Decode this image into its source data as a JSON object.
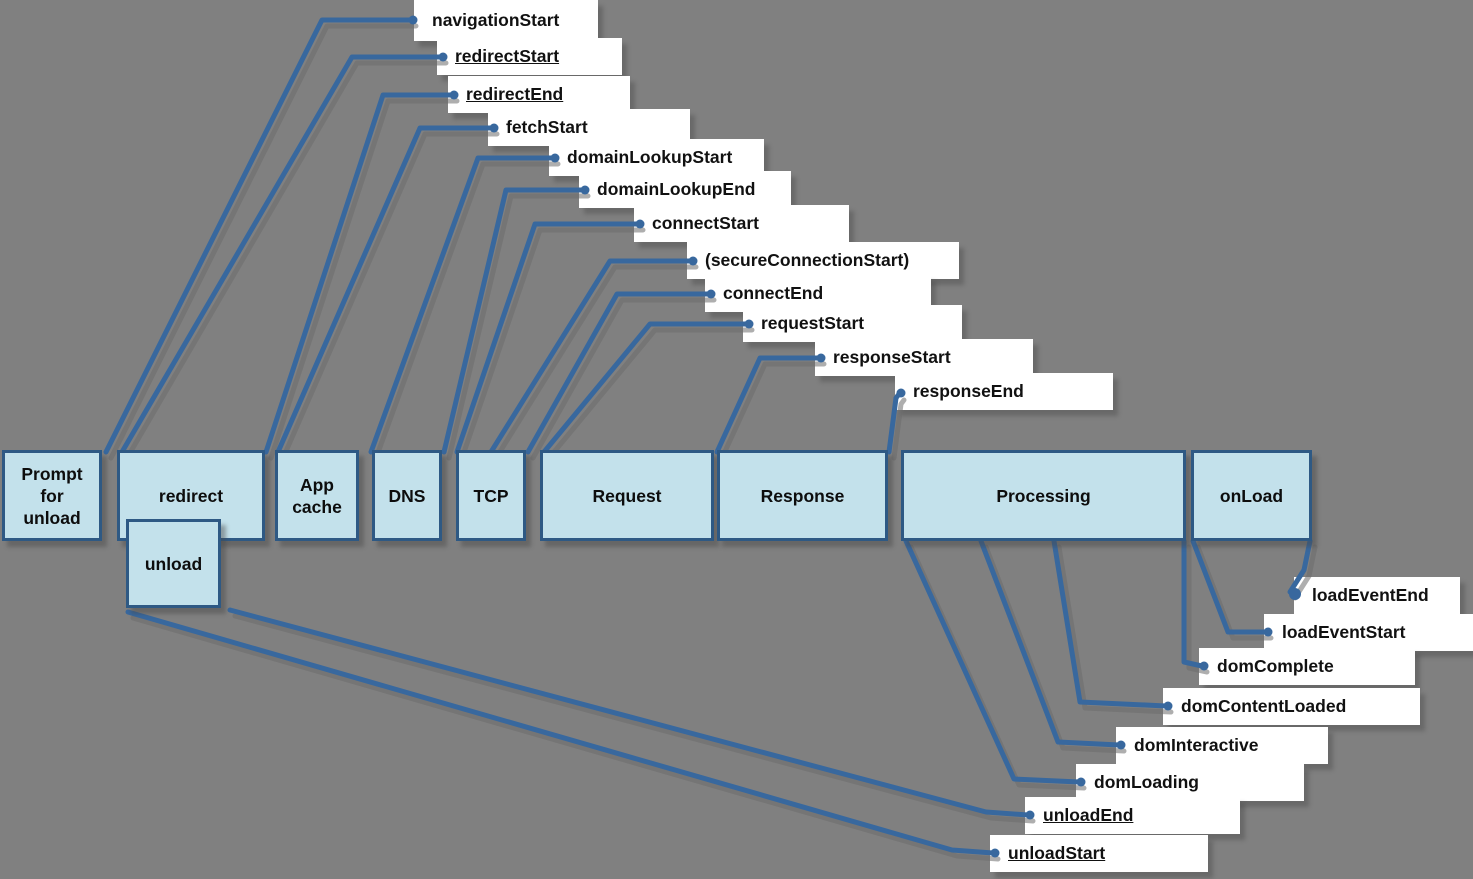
{
  "colors": {
    "background": "#808080",
    "phase_fill": "#c3e1eb",
    "phase_border": "#2e5984",
    "connector": "#38689e",
    "connector_shadow": "#6b6b6b",
    "label_background": "#ffffff",
    "text": "#111111"
  },
  "phases": [
    {
      "id": "prompt-for-unload",
      "label": "Prompt for unload"
    },
    {
      "id": "redirect",
      "label": "redirect"
    },
    {
      "id": "unload",
      "label": "unload"
    },
    {
      "id": "app-cache",
      "label": "App cache"
    },
    {
      "id": "dns",
      "label": "DNS"
    },
    {
      "id": "tcp",
      "label": "TCP"
    },
    {
      "id": "request",
      "label": "Request"
    },
    {
      "id": "response",
      "label": "Response"
    },
    {
      "id": "processing",
      "label": "Processing"
    },
    {
      "id": "onload",
      "label": "onLoad"
    }
  ],
  "events": [
    {
      "id": "navigationStart",
      "label": "navigationStart",
      "underlined": false
    },
    {
      "id": "redirectStart",
      "label": "redirectStart",
      "underlined": true
    },
    {
      "id": "redirectEnd",
      "label": "redirectEnd",
      "underlined": true
    },
    {
      "id": "fetchStart",
      "label": "fetchStart",
      "underlined": false
    },
    {
      "id": "domainLookupStart",
      "label": "domainLookupStart",
      "underlined": false
    },
    {
      "id": "domainLookupEnd",
      "label": "domainLookupEnd",
      "underlined": false
    },
    {
      "id": "connectStart",
      "label": "connectStart",
      "underlined": false
    },
    {
      "id": "secureConnectionStart",
      "label": "(secureConnectionStart)",
      "underlined": false
    },
    {
      "id": "connectEnd",
      "label": "connectEnd",
      "underlined": false
    },
    {
      "id": "requestStart",
      "label": "requestStart",
      "underlined": false
    },
    {
      "id": "responseStart",
      "label": "responseStart",
      "underlined": false
    },
    {
      "id": "responseEnd",
      "label": "responseEnd",
      "underlined": false
    },
    {
      "id": "loadEventEnd",
      "label": "loadEventEnd",
      "underlined": false
    },
    {
      "id": "loadEventStart",
      "label": "loadEventStart",
      "underlined": false
    },
    {
      "id": "domComplete",
      "label": "domComplete",
      "underlined": false
    },
    {
      "id": "domContentLoaded",
      "label": "domContentLoaded",
      "underlined": false
    },
    {
      "id": "domInteractive",
      "label": "domInteractive",
      "underlined": false
    },
    {
      "id": "domLoading",
      "label": "domLoading",
      "underlined": false
    },
    {
      "id": "unloadEnd",
      "label": "unloadEnd",
      "underlined": true
    },
    {
      "id": "unloadStart",
      "label": "unloadStart",
      "underlined": true
    }
  ]
}
